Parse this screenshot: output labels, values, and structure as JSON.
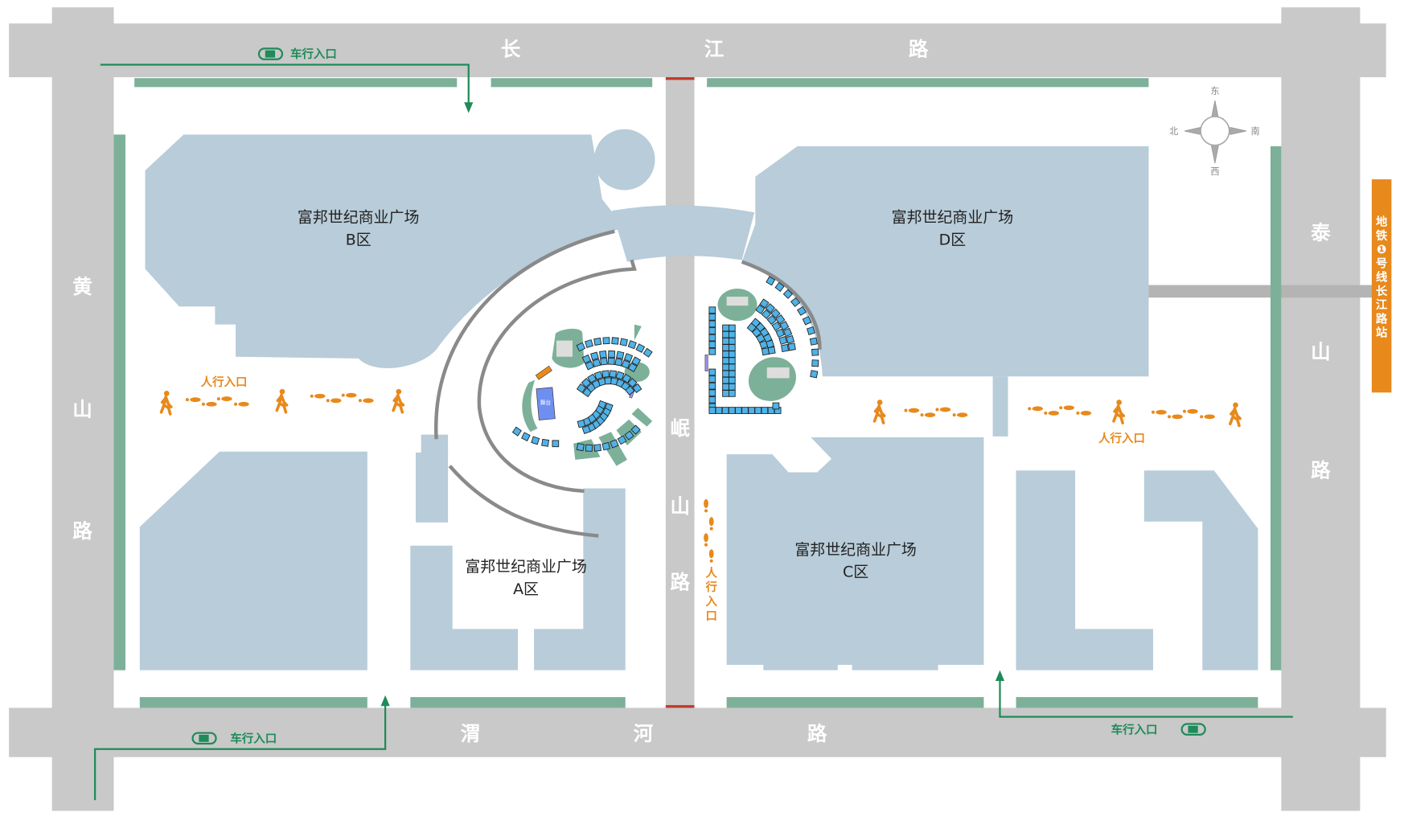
{
  "colors": {
    "road": "#c8c9c8",
    "greenbelt": "#7db099",
    "building": "#b8ccd9",
    "pedestrian": "#e8891c",
    "vehicle": "#1f8a5a",
    "metro": "#e8891c",
    "seat": "#4fb3e8",
    "stage": "#6f8ff0"
  },
  "roads": {
    "north": [
      "长",
      "江",
      "路"
    ],
    "south": [
      "渭",
      "河",
      "路"
    ],
    "west": [
      "黄",
      "山",
      "路"
    ],
    "east": [
      "泰",
      "山",
      "路"
    ],
    "middle": [
      "岷",
      "山",
      "路"
    ]
  },
  "buildings": {
    "b": {
      "name": "富邦世纪商业广场",
      "zone": "B区"
    },
    "d": {
      "name": "富邦世纪商业广场",
      "zone": "D区"
    },
    "a": {
      "name": "富邦世纪商业广场",
      "zone": "A区"
    },
    "c": {
      "name": "富邦世纪商业广场",
      "zone": "C区"
    }
  },
  "pedestrian_entrances": [
    "人行入口",
    "人行入口"
  ],
  "pedestrian_vertical": [
    "人",
    "行",
    "入",
    "口"
  ],
  "vehicle_entrances": [
    "车行入口",
    "车行入口",
    "车行入口"
  ],
  "compass": {
    "n": "东",
    "s": "西",
    "w": "北",
    "e": "南"
  },
  "metro": {
    "chars": [
      "地",
      "铁",
      "❶",
      "号",
      "线",
      "长",
      "江",
      "路",
      "站"
    ]
  },
  "stage": {
    "label": "舞台"
  }
}
